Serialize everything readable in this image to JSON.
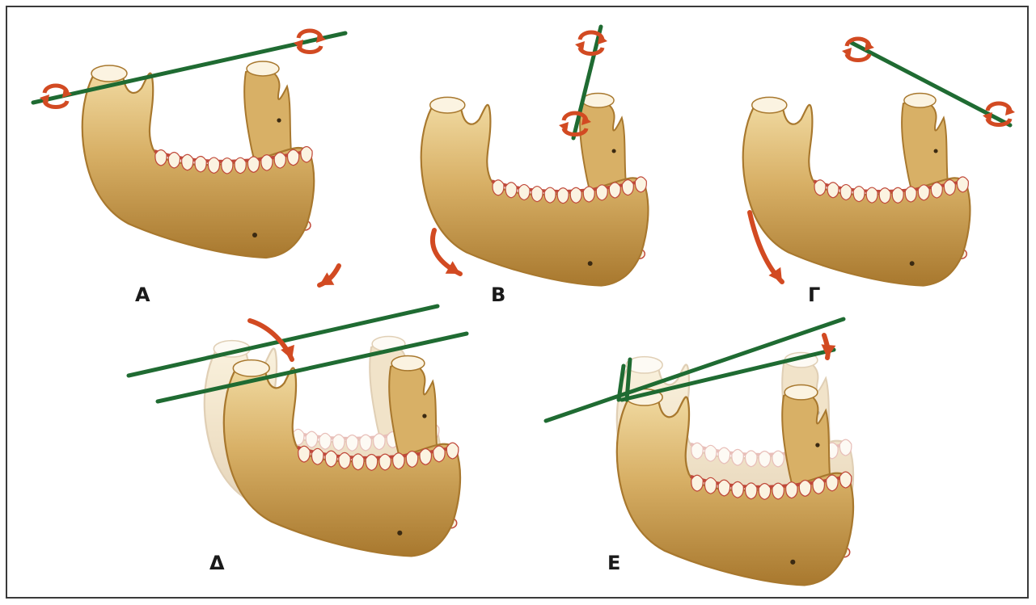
{
  "figure": {
    "panels": [
      {
        "id": "A",
        "label": "A",
        "rotation_arrows": "axis-ends",
        "lateral_arrow": "chin-down"
      },
      {
        "id": "B",
        "label": "B",
        "rotation_arrows": "vertical-axis",
        "lateral_arrow": "gonion-curved"
      },
      {
        "id": "G",
        "label": "Γ",
        "rotation_arrows": "axis-ends",
        "lateral_arrow": "gonion-down"
      },
      {
        "id": "D",
        "label": "Δ",
        "rotation_arrows": "none",
        "lateral_arrow": "forward-curved"
      },
      {
        "id": "E",
        "label": "E",
        "rotation_arrows": "none",
        "lateral_arrow": "condyle-down"
      }
    ]
  },
  "colors": {
    "bone": "#d8b066",
    "bone_dark": "#a8782e",
    "bone_light": "#f2dca4",
    "tooth": "#fbf3e1",
    "gum": "#c0493a",
    "axis": "#1f6b32",
    "arrow": "#d24a22",
    "frame": "#3a3a3a",
    "label": "#1a1a1a"
  }
}
